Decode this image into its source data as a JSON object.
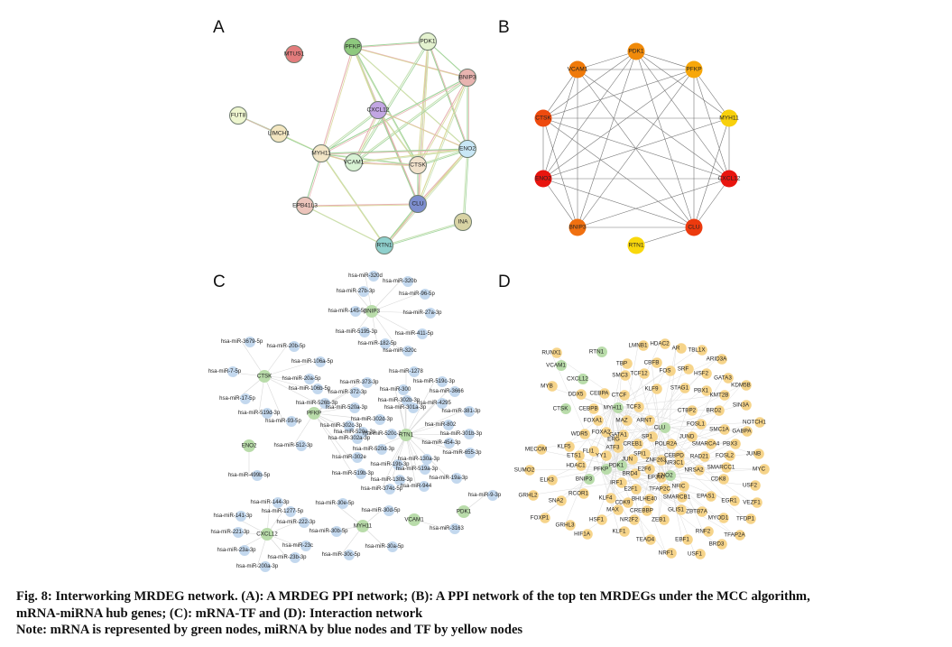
{
  "panels": {
    "A": {
      "letter": "A",
      "nodes": [
        {
          "label": "MTUS1",
          "color": "#e37c7c"
        },
        {
          "label": "PFKP",
          "color": "#8ec97e"
        },
        {
          "label": "PDK1",
          "color": "#e4f2cf"
        },
        {
          "label": "BNIP3",
          "color": "#e8b4b0"
        },
        {
          "label": "FUT8",
          "color": "#eef6cf"
        },
        {
          "label": "CXCL12",
          "color": "#c2a6e3"
        },
        {
          "label": "LIMCH1",
          "color": "#f3e6c0"
        },
        {
          "label": "MYH11",
          "color": "#f3e6c7"
        },
        {
          "label": "VCAM1",
          "color": "#d8f2d4"
        },
        {
          "label": "CTSK",
          "color": "#f2e2cc"
        },
        {
          "label": "ENO2",
          "color": "#c9e7f6"
        },
        {
          "label": "EPB41L3",
          "color": "#ecc4bb"
        },
        {
          "label": "CLU",
          "color": "#7d8ecf"
        },
        {
          "label": "INA",
          "color": "#d8d3a4"
        },
        {
          "label": "RTN1",
          "color": "#8fd0cd"
        }
      ]
    },
    "B": {
      "letter": "B",
      "nodes": [
        {
          "label": "PDK1",
          "color": "#f08a0a"
        },
        {
          "label": "VCAM1",
          "color": "#ef7a0a"
        },
        {
          "label": "PFKP",
          "color": "#f7a70a"
        },
        {
          "label": "CTSK",
          "color": "#ee4a0e"
        },
        {
          "label": "MYH11",
          "color": "#f8d00c"
        },
        {
          "label": "ENO2",
          "color": "#e8150f"
        },
        {
          "label": "CXCL12",
          "color": "#e8150f"
        },
        {
          "label": "BNIP3",
          "color": "#f07010"
        },
        {
          "label": "CLU",
          "color": "#ec3a0e"
        },
        {
          "label": "RTN1",
          "color": "#f9d80c"
        }
      ]
    },
    "C": {
      "letter": "C",
      "hubs": [
        "BNIP3",
        "CTSK",
        "PFKP",
        "RTN1",
        "ENO2",
        "PDK1",
        "VCAM1",
        "MYH11",
        "CXCL12"
      ],
      "mirnas": [
        "hsa-miR-320d",
        "hsa-miR-320b",
        "hsa-miR-27b-3p",
        "hsa-miR-96-5p",
        "hsa-miR-145-5p",
        "hsa-miR-27a-3p",
        "hsa-miR-5195-3p",
        "hsa-miR-411-5p",
        "hsa-miR-182-5p",
        "hsa-miR-320c",
        "hsa-miR-3679-5p",
        "hsa-miR-20b-5p",
        "hsa-miR-106a-5p",
        "hsa-miR-7-5p",
        "hsa-miR-1278",
        "hsa-miR-20a-5p",
        "hsa-miR-373-3p",
        "hsa-miR-519c-3p",
        "hsa-miR-106b-5p",
        "hsa-miR-372-3p",
        "hsa-miR-300",
        "hsa-miR-3666",
        "hsa-miR-17-5p",
        "hsa-miR-526b-3p",
        "hsa-miR-302b-3p",
        "hsa-miR-4295",
        "hsa-miR-520a-3p",
        "hsa-miR-301a-3p",
        "hsa-miR-519d-3p",
        "hsa-miR-520c-3p",
        "hsa-miR-381-3p",
        "hsa-miR-93-5p",
        "hsa-miR-302d-3p",
        "hsa-miR-302c-3p",
        "hsa-miR-802",
        "hsa-miR-520e-3p",
        "hsa-miR-301b-3p",
        "hsa-miR-302a-3p",
        "hsa-miR-454-3p",
        "hsa-miR-512-3p",
        "hsa-miR-520d-3p",
        "hsa-miR-655-3p",
        "hsa-miR-302e",
        "hsa-miR-130a-3p",
        "hsa-miR-19b-3p",
        "hsa-miR-519a-3p",
        "hsa-miR-519b-3p",
        "hsa-miR-130b-3p",
        "hsa-miR-19a-3p",
        "hsa-miR-374c-5p",
        "hsa-miR-944",
        "hsa-miR-499b-5p",
        "hsa-miR-9-3p",
        "hsa-miR-144-3p",
        "hsa-miR-30e-5p",
        "hsa-miR-141-3p",
        "hsa-miR-1277-5p",
        "hsa-miR-30d-5p",
        "hsa-miR-222-3p",
        "hsa-miR-3163",
        "hsa-miR-221-3p",
        "hsa-miR-30b-5p",
        "hsa-miR-23c",
        "hsa-miR-30a-5p",
        "hsa-miR-23a-3p",
        "hsa-miR-23b-3p",
        "hsa-miR-30c-5p",
        "hsa-miR-200a-3p"
      ],
      "colors": {
        "mrna": "#b9dcaa",
        "mirna": "#c3d8ee"
      }
    },
    "D": {
      "letter": "D",
      "mrna_nodes": [
        "RTN1",
        "VCAM1",
        "CXCL12",
        "CTSK",
        "MYH11",
        "PFKP",
        "PDK1",
        "BNIP3",
        "CLU",
        "ENO2"
      ],
      "tf_nodes": [
        "RUNX1",
        "LMNB1",
        "HDAC2",
        "AR",
        "TBL1X",
        "CBFB",
        "TBP",
        "SMC3",
        "TCF12",
        "FOS",
        "SRF",
        "HSF2",
        "ARID3A",
        "GATA3",
        "MYB",
        "KLF9",
        "STAG1",
        "PBX1",
        "KDM5B",
        "KMT2B",
        "DDX5",
        "CEBPA",
        "CTCF",
        "CTBP2",
        "BRD2",
        "SIN3A",
        "CEBPB",
        "TCF3",
        "ARNT",
        "FOSL1",
        "NOTCH1",
        "MAZ",
        "SMC1A",
        "GABPA",
        "FOXA1",
        "FOXA2",
        "SP1",
        "JUND",
        "WDR5",
        "ERG",
        "GATA1",
        "POLR2A",
        "SMARCA4",
        "PBX3",
        "KLF5",
        "CREB1",
        "ATF3",
        "RAD21",
        "MECOM",
        "FLI1",
        "JUN",
        "SPI1",
        "CEBPD",
        "FOSL2",
        "JUNB",
        "YY1",
        "ZNF263",
        "BRD4",
        "SMARCC1",
        "ETS1",
        "ELK3",
        "E2F6",
        "EP300",
        "NR3C1",
        "NRSA2",
        "CDK8",
        "MYC",
        "SUMO2",
        "HDAC1",
        "E2F1",
        "TFAP2C",
        "NFIC",
        "IRF1",
        "GRHL2",
        "RCOR1",
        "BHLHE40",
        "SMARCB1",
        "EPAS1",
        "EGR1",
        "VEZF1",
        "SNA2",
        "KLF4",
        "CDK9",
        "USF2",
        "MAX",
        "CREBBP",
        "GLIS1",
        "ZBTB7A",
        "MYOD1",
        "TFDP1",
        "FOXP1",
        "HSF1",
        "NR2F2",
        "ZEB1",
        "GRHL3",
        "RNF2",
        "TFAP2A",
        "KLF1",
        "HIF1A",
        "TEAD4",
        "EBF1",
        "BRD3",
        "NRF1",
        "USF1"
      ],
      "colors": {
        "mrna": "#b9dcaa",
        "tf": "#f6d48a"
      }
    }
  },
  "caption": {
    "line1": "Fig. 8: Interworking MRDEG network. (A): A MRDEG PPI network; (B): A PPI network of the top ten MRDEGs under the MCC algorithm,",
    "line2": "mRNA-miRNA hub genes; (C): mRNA-TF and (D): Interaction network",
    "line3": "Note: mRNA is represented by green nodes, miRNA by blue nodes and TF by yellow nodes"
  }
}
